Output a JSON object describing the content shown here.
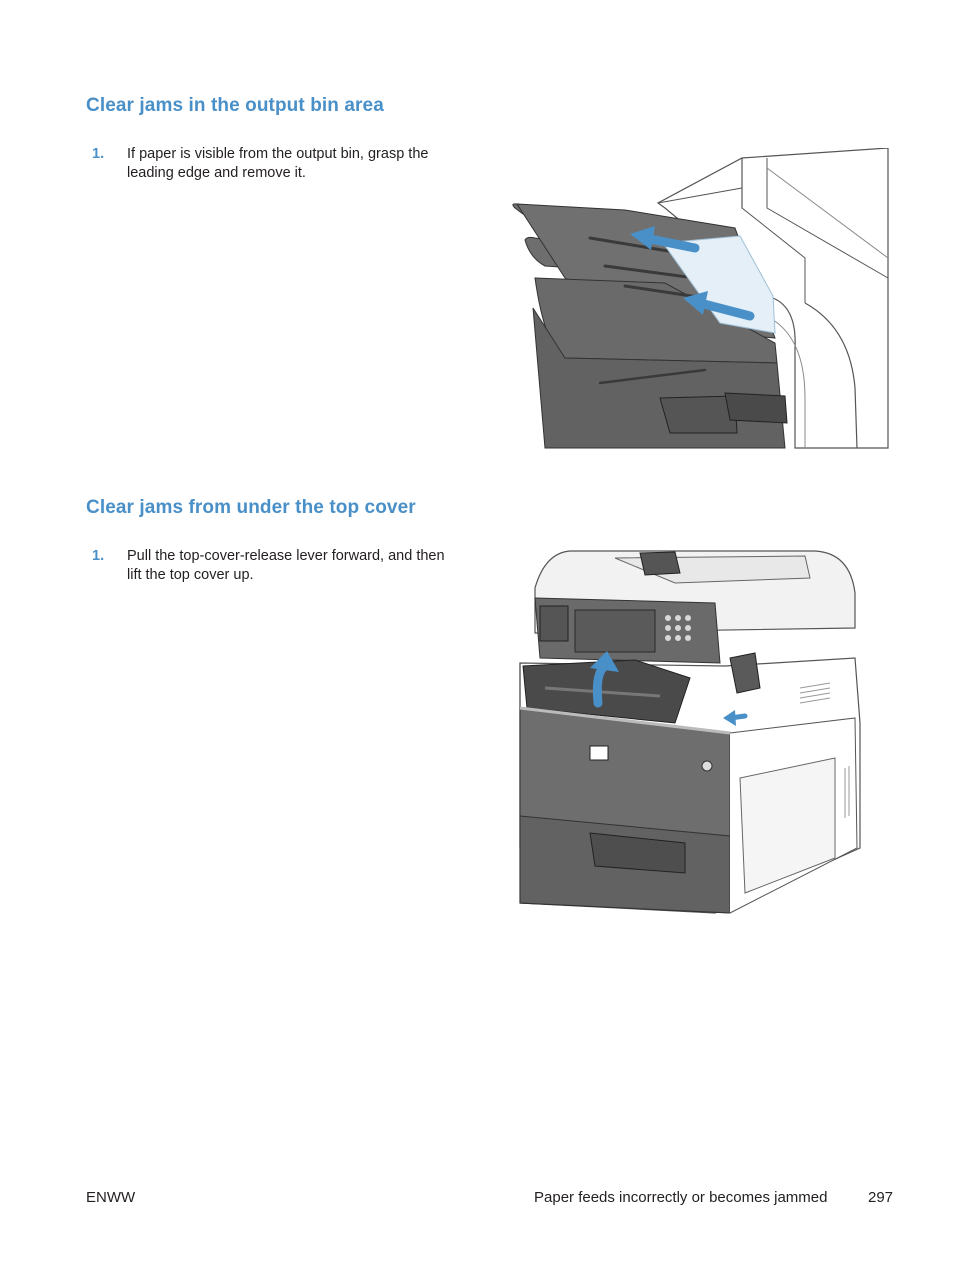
{
  "sections": [
    {
      "heading": "Clear jams in the output bin area",
      "steps": [
        {
          "number": "1.",
          "text": "If paper is visible from the output bin, grasp the leading edge and remove it."
        }
      ]
    },
    {
      "heading": "Clear jams from under the top cover",
      "steps": [
        {
          "number": "1.",
          "text": "Pull the top-cover-release lever forward, and then lift the top cover up."
        }
      ]
    }
  ],
  "footer": {
    "left": "ENWW",
    "center": "Paper feeds incorrectly or becomes jammed",
    "page_number": "297"
  },
  "colors": {
    "heading": "#4a90c8",
    "arrow": "#4a90c8",
    "tray": "#6e6e6e",
    "paper": "#e4eff7"
  }
}
